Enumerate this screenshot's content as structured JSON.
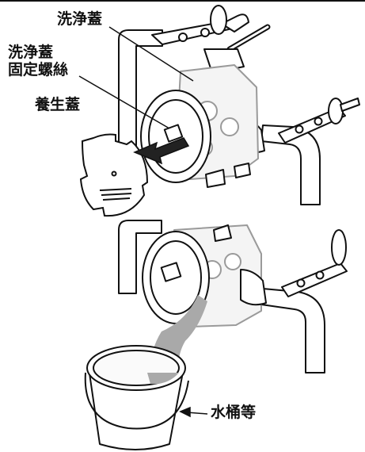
{
  "labels": {
    "cleaning_lid": "洗浄蓋",
    "lid_screw_line1": "洗浄蓋",
    "lid_screw_line2": "固定螺絲",
    "protective_lid": "養生蓋",
    "water_bucket": "水桶等"
  },
  "colors": {
    "line": "#111111",
    "water": "#a9a9a9",
    "arrow": "#222222",
    "part_fill": "#ffffff",
    "part_ghost": "#9a9a9a"
  }
}
